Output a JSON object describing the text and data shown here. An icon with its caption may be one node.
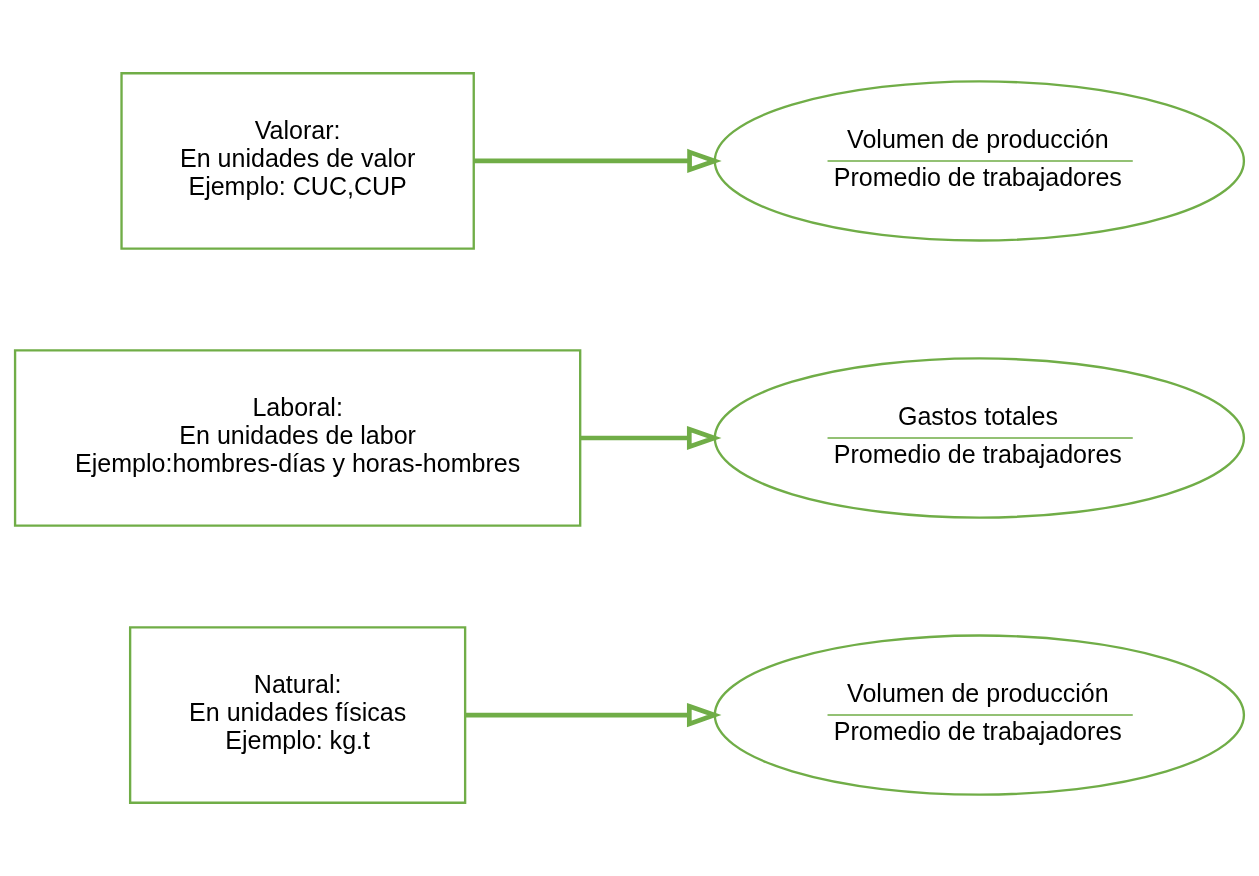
{
  "diagram": {
    "nodes": [
      {
        "text": [
          "Natural:",
          "En unidades físicas",
          "Ejemplo: kg.t"
        ]
      },
      {
        "text": [
          "Volumen de producción",
          "Promedio de trabajadores"
        ]
      },
      {
        "text": [
          "Laboral:",
          "En unidades de labor",
          "Ejemplo:hombres-días y horas-hombres"
        ]
      },
      {
        "text": [
          "Gastos totales",
          "Promedio de trabajadores"
        ]
      },
      {
        "text": [
          "Valorar:",
          "En unidades de valor",
          "Ejemplo: CUC,CUP"
        ]
      },
      {
        "text": [
          "Volumen de producción",
          "Promedio de trabajadores"
        ]
      }
    ],
    "edges": [
      {
        "from": 0,
        "to": 1,
        "arrow": "to"
      },
      {
        "from": 2,
        "to": 3,
        "arrow": "to"
      },
      {
        "from": 4,
        "to": 5,
        "arrow": "to"
      }
    ]
  }
}
